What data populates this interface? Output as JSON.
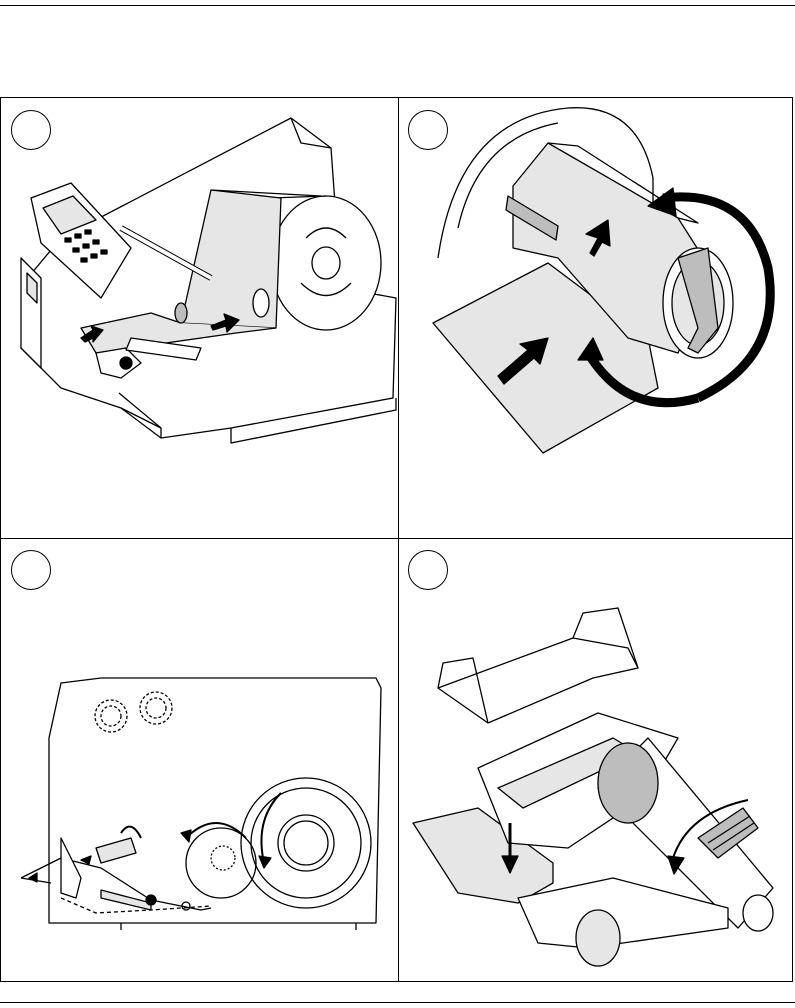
{
  "page": {
    "header_rule": true,
    "footer_rule": true
  },
  "panels": [
    {
      "id": "step-1",
      "number": "",
      "illustration": "printer-media-loading-overview"
    },
    {
      "id": "step-2",
      "number": "",
      "illustration": "media-roll-guide-rotation"
    },
    {
      "id": "step-3",
      "number": "",
      "illustration": "media-path-side-view"
    },
    {
      "id": "step-4",
      "number": "",
      "illustration": "printhead-lowering-lever"
    }
  ],
  "colors": {
    "line": "#000000",
    "fill_light": "#e6e6e6",
    "fill_mid": "#bdbdbd"
  }
}
